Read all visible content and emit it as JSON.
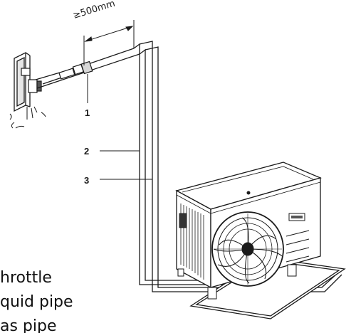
{
  "dimension": {
    "label": "≥500mm"
  },
  "callouts": [
    "1",
    "2",
    "3"
  ],
  "legend": [
    "hrottle",
    "quid pipe",
    "as pipe"
  ]
}
